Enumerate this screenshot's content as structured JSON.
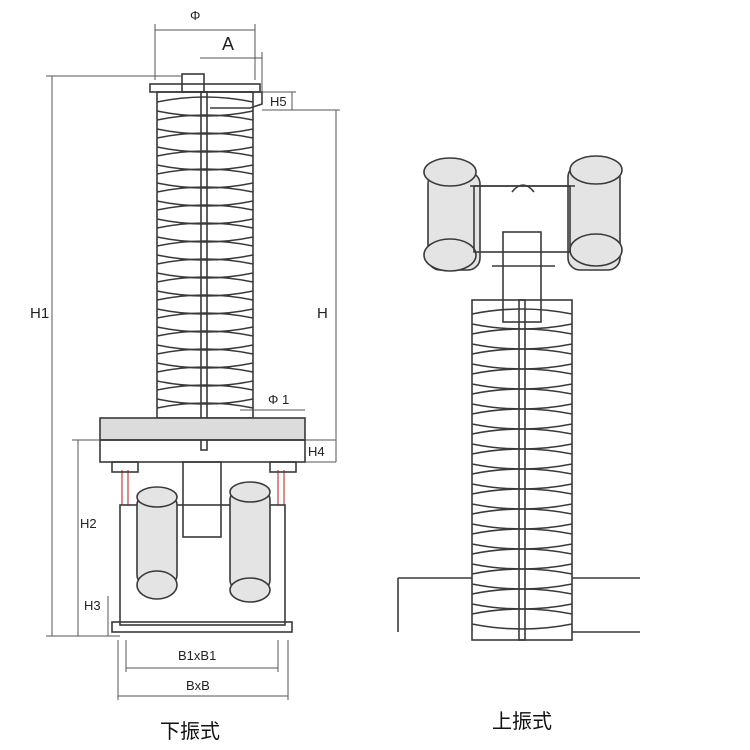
{
  "labels": {
    "phi": "Φ",
    "a": "A",
    "h5": "H5",
    "h1": "H1",
    "h": "H",
    "phi1": "Φ 1",
    "h4": "H4",
    "h2": "H2",
    "h3": "H3",
    "b1xb1": "B1xB1",
    "bxb": "BxB"
  },
  "captions": {
    "left": "下振式",
    "right": "上振式"
  }
}
